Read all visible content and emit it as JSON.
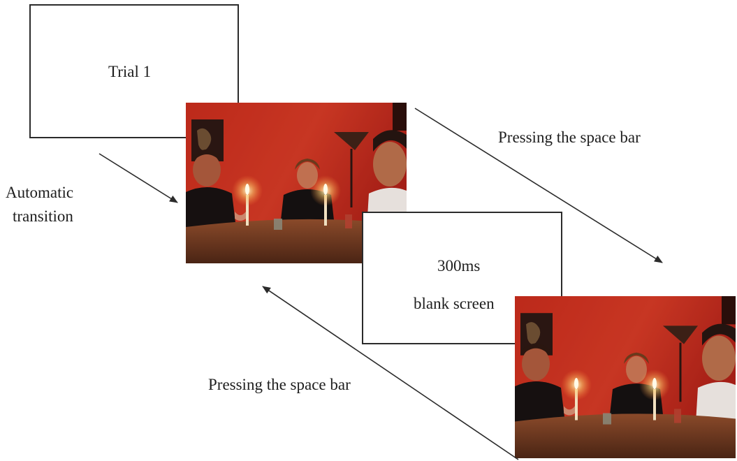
{
  "trial_box": {
    "label": "Trial 1"
  },
  "transitions": {
    "automatic_line1": "Automatic",
    "automatic_line2": "transition",
    "press_top": "Pressing the space bar",
    "press_bottom": "Pressing the space bar"
  },
  "blank_box": {
    "line1": "300ms",
    "line2": "blank screen"
  },
  "colors": {
    "scene_red": "#c8281c",
    "scene_dark_red": "#7a120c",
    "table_brown": "#6a3a22",
    "arrow": "#2b2b2b"
  }
}
